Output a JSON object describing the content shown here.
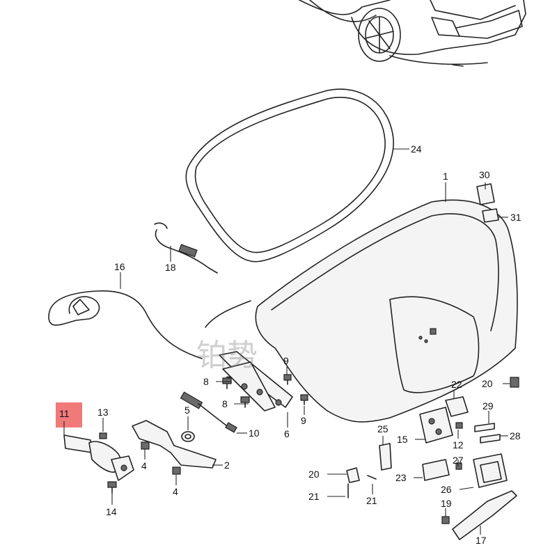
{
  "watermark": "铂势",
  "highlighted_callout": "11",
  "colors": {
    "highlight": "#ef6f6f",
    "line": "#222222"
  },
  "callouts": {
    "c1": "1",
    "c2": "2",
    "c4a": "4",
    "c4b": "4",
    "c5": "5",
    "c6": "6",
    "c8a": "8",
    "c8b": "8",
    "c9a": "9",
    "c9b": "9",
    "c10": "10",
    "c11": "11",
    "c12": "12",
    "c13": "13",
    "c14": "14",
    "c15": "15",
    "c16": "16",
    "c17": "17",
    "c18": "18",
    "c19": "19",
    "c20a": "20",
    "c20b": "20",
    "c21a": "21",
    "c21b": "21",
    "c22": "22",
    "c23": "23",
    "c24": "24",
    "c25": "25",
    "c26": "26",
    "c27": "27",
    "c28": "28",
    "c29": "29",
    "c30": "30",
    "c31": "31"
  }
}
